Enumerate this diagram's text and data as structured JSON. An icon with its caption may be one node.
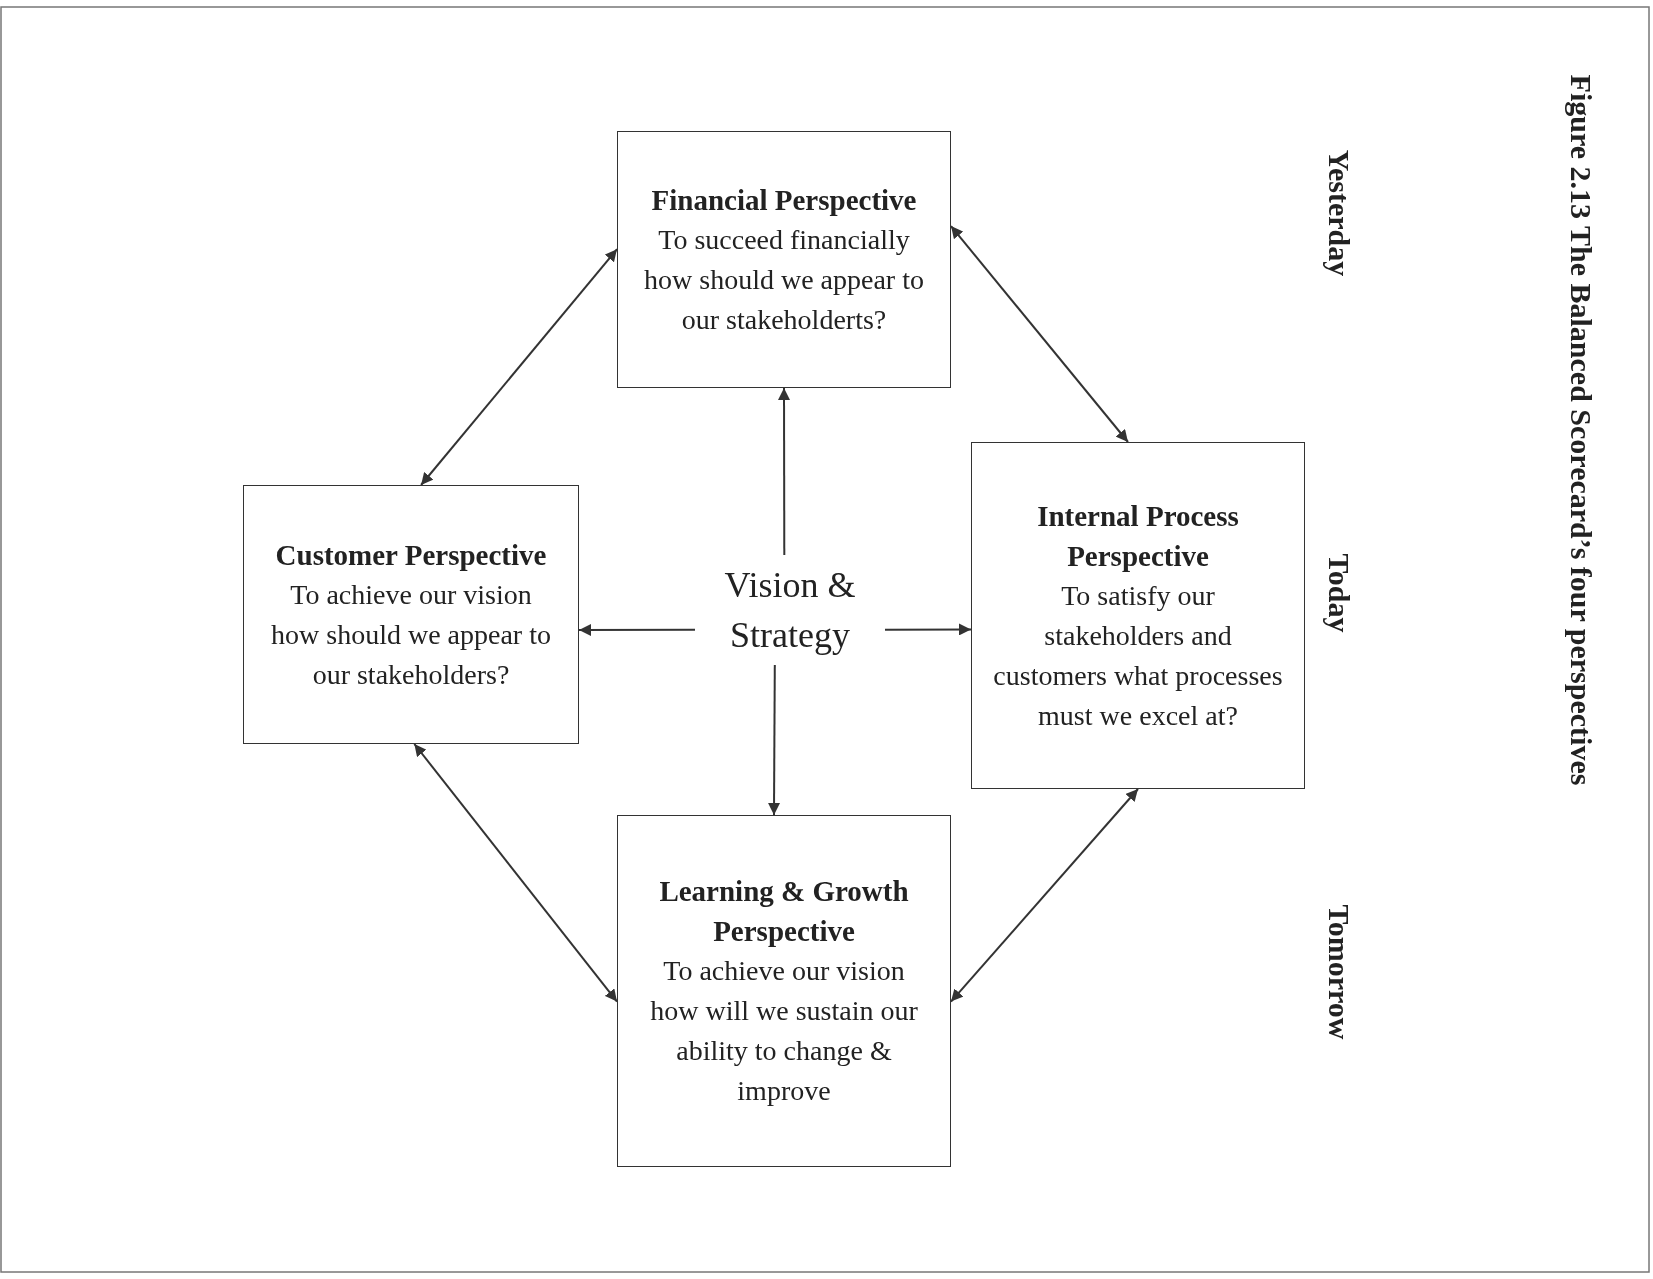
{
  "diagram": {
    "title": "Figure 2.13 The Balanced Scorecard’s four perspectives",
    "nodes": [
      {
        "text": [
          "Financial Perspective",
          "To succeed financially how should we appear to our stakeholderts?"
        ]
      },
      {
        "text": [
          "Customer Perspective",
          "To achieve our vision how should we appear to our stakeholders?"
        ]
      },
      {
        "text": [
          "Vision & Strategy"
        ]
      },
      {
        "text": [
          "Internal Process Perspective",
          "To satisfy our stakeholders and customers what processes must we excel at?"
        ]
      },
      {
        "text": [
          "Learning & Growth Perspective",
          "To achieve our vision how will we sustain our ability to change & improve"
        ]
      }
    ],
    "edges": [
      {
        "from": 1,
        "to": 0,
        "arrow": "both"
      },
      {
        "from": 0,
        "to": 3,
        "arrow": "both"
      },
      {
        "from": 1,
        "to": 4,
        "arrow": "both"
      },
      {
        "from": 4,
        "to": 3,
        "arrow": "both"
      },
      {
        "from": 2,
        "to": 0,
        "arrow": "to"
      },
      {
        "from": 2,
        "to": 1,
        "arrow": "to"
      },
      {
        "from": 2,
        "to": 3,
        "arrow": "to"
      },
      {
        "from": 2,
        "to": 4,
        "arrow": "to"
      }
    ],
    "labels": [
      "Yesterday",
      "Today",
      "Tomorrow"
    ]
  }
}
